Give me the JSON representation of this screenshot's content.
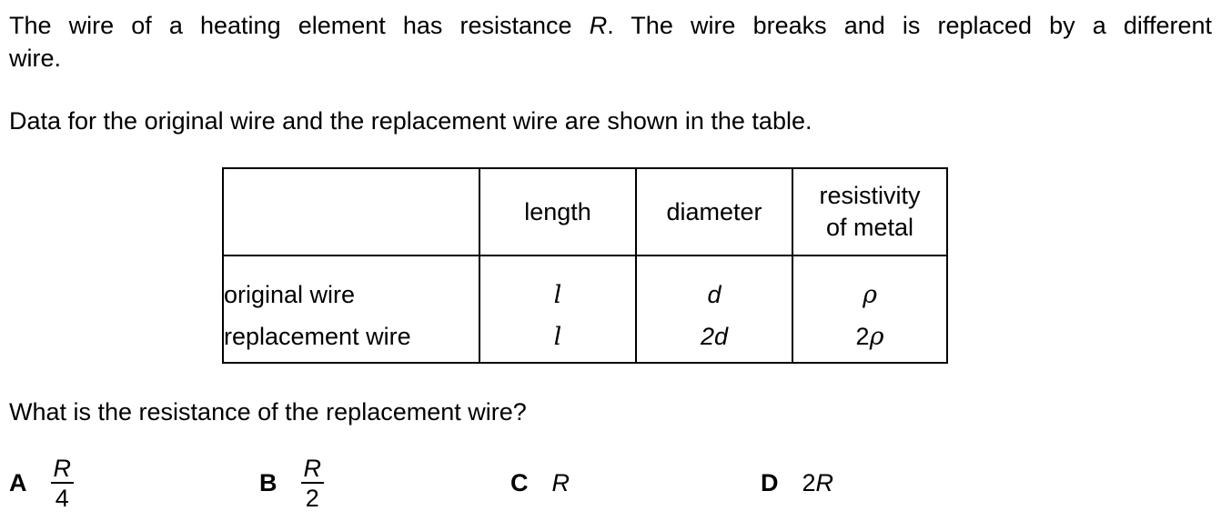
{
  "intro": {
    "line1_before": "The wire of a heating element has resistance ",
    "line1_var": "R",
    "line1_after": ". The wire breaks and is replaced by a different",
    "line2": "wire."
  },
  "data_note": "Data for the original wire and the replacement wire are shown in the table.",
  "table": {
    "headers": [
      "",
      "length",
      "diameter",
      "resistivity",
      "of metal"
    ],
    "rows": [
      {
        "label": "original wire",
        "length": "l",
        "diameter": "d",
        "resistivity": "ρ"
      },
      {
        "label": "replacement wire",
        "length": "l",
        "diameter": "2d",
        "resistivity_coef": "2",
        "resistivity_sym": "ρ"
      }
    ]
  },
  "question": "What is the resistance of the replacement wire?",
  "options": {
    "a": {
      "letter": "A",
      "num": "R",
      "den": "4"
    },
    "b": {
      "letter": "B",
      "num": "R",
      "den": "2"
    },
    "c": {
      "letter": "C",
      "value": "R"
    },
    "d": {
      "letter": "D",
      "coef": "2",
      "var": "R"
    }
  }
}
